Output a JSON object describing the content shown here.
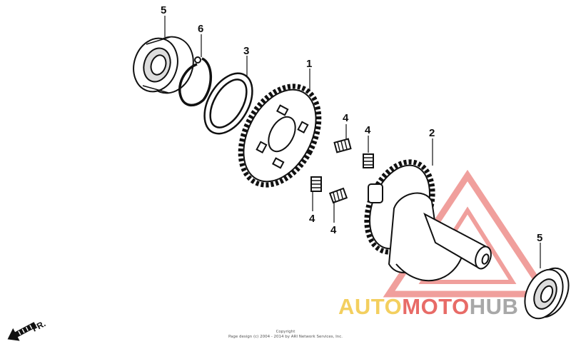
{
  "parts": {
    "bearing_top": "5",
    "circlip": "6",
    "oil_seal": "3",
    "driven_gear": "1",
    "spring_upper_left": "4",
    "spring_upper_right": "4",
    "spring_lower_left": "4",
    "spring_lower_right": "4",
    "balancer_shaft": "2",
    "bearing_bottom": "5"
  },
  "front_label": "FR.",
  "copyright": {
    "line1": "Copyright",
    "line2": "Page design (c) 2004 - 2014 by ARI Network Services, Inc."
  },
  "watermark": {
    "part1": "AUTO",
    "part2": "MOTO",
    "part3": "HUB"
  },
  "colors": {
    "ink": "#111111",
    "watermark_red": "#e4524d",
    "watermark_yellow": "#f2c744",
    "watermark_gray": "#9a9a9a"
  }
}
